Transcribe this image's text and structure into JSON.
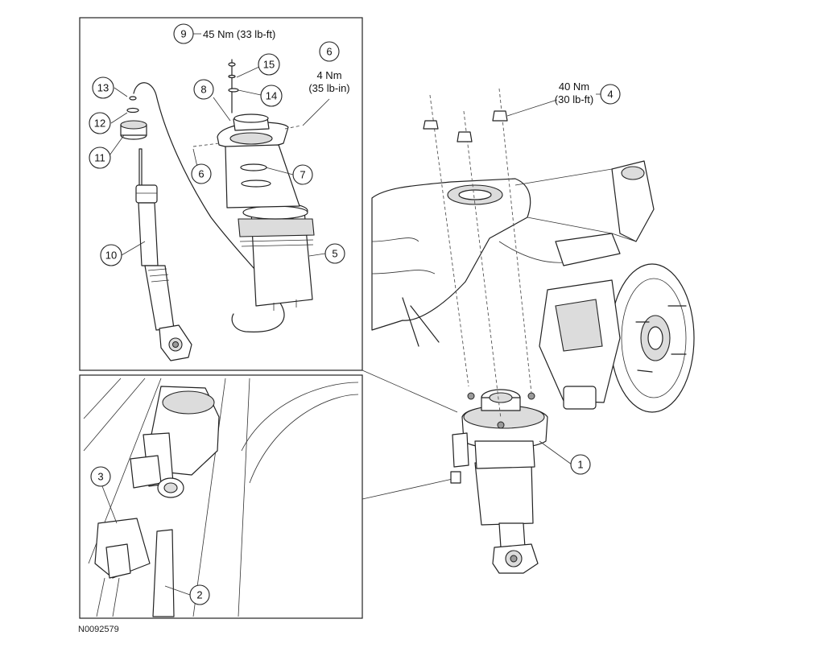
{
  "figure_id": "N0092579",
  "callouts": [
    {
      "id": "1"
    },
    {
      "id": "2"
    },
    {
      "id": "3"
    },
    {
      "id": "4"
    },
    {
      "id": "5"
    },
    {
      "id": "6a",
      "label": "6"
    },
    {
      "id": "6b",
      "label": "6"
    },
    {
      "id": "7"
    },
    {
      "id": "8"
    },
    {
      "id": "9"
    },
    {
      "id": "10"
    },
    {
      "id": "11"
    },
    {
      "id": "12"
    },
    {
      "id": "13"
    },
    {
      "id": "14"
    },
    {
      "id": "15"
    }
  ],
  "labels": {
    "c1": "1",
    "c2": "2",
    "c3": "3",
    "c4": "4",
    "c5": "5",
    "c6a": "6",
    "c6b": "6",
    "c7": "7",
    "c8": "8",
    "c9": "9",
    "c10": "10",
    "c11": "11",
    "c12": "12",
    "c13": "13",
    "c14": "14",
    "c15": "15"
  },
  "torque_specs": {
    "item9": "45 Nm (33 lb-ft)",
    "item6_line1": "4 Nm",
    "item6_line2": "(35 lb-in)",
    "item4_line1": "40 Nm",
    "item4_line2": "(30 lb-ft)"
  }
}
